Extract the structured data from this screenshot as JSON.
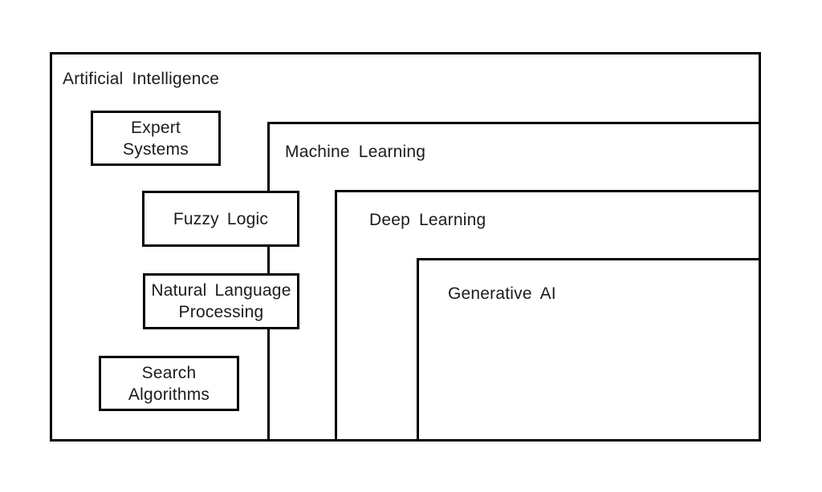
{
  "diagram": {
    "type": "nested-boxes-hierarchy",
    "colors": {
      "border": "#000000",
      "text": "#1c1c1c",
      "background": "#ffffff"
    },
    "boxes": {
      "ai": {
        "label": "Artificial Intelligence"
      },
      "ml": {
        "label": "Machine Learning"
      },
      "dl": {
        "label": "Deep Learning"
      },
      "genai": {
        "label": "Generative AI"
      },
      "expert": {
        "label": "Expert\nSystems"
      },
      "fuzzy": {
        "label": "Fuzzy Logic"
      },
      "nlp": {
        "label": "Natural Language\nProcessing"
      },
      "search": {
        "label": "Search\nAlgorithms"
      }
    }
  }
}
